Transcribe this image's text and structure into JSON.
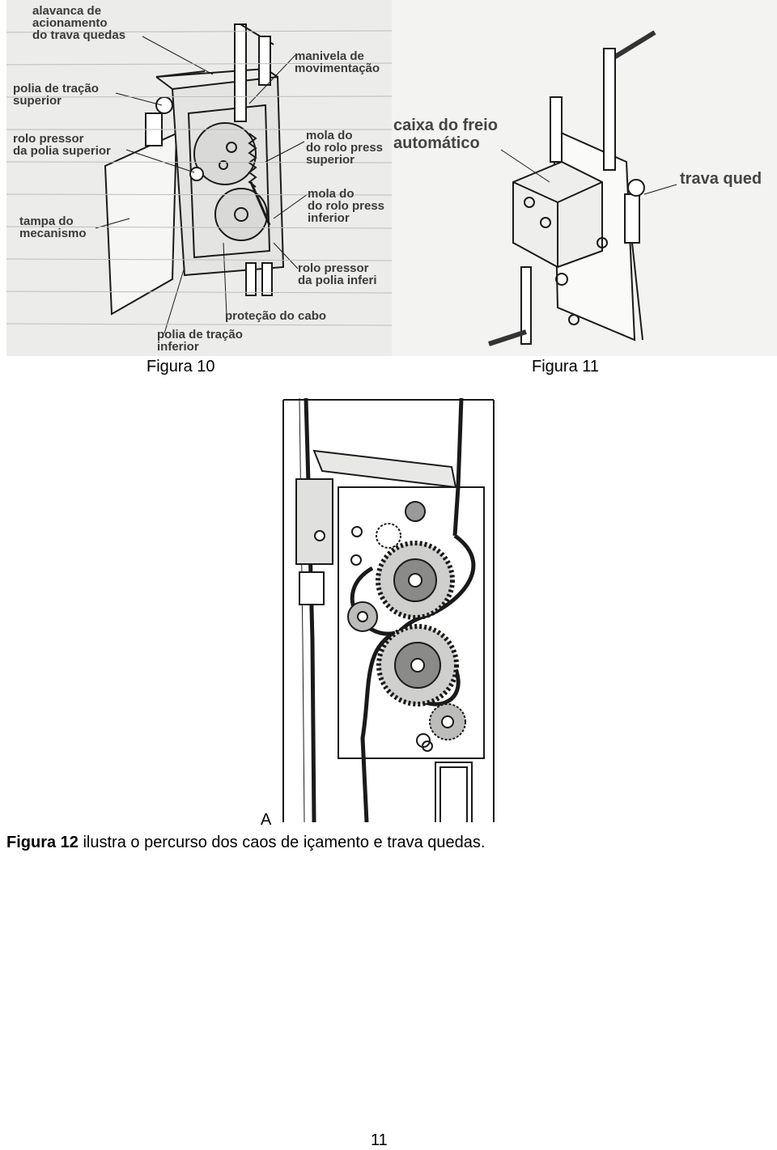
{
  "figure10": {
    "caption": "Figura 10",
    "labels": {
      "alavanca": "alavanca de\nacionamento\ndo trava quedas",
      "manivela": "manivela de\nmovimentação",
      "polia_superior": "polia de tração\nsuperior",
      "rolo_superior": "rolo pressor\nda polia superior",
      "mola_superior": "mola do\ndo rolo press\nsuperior",
      "mola_inferior": "mola do\ndo rolo press\ninferior",
      "tampa": "tampa do\nmecanismo",
      "rolo_inferior": "rolo pressor\nda polia inferi",
      "protecao": "proteção do cabo",
      "polia_inferior": "polia de tração\ninferior"
    }
  },
  "figure11": {
    "caption": "Figura 11",
    "labels": {
      "caixa": "caixa do freio\nautomático",
      "trava": "trava qued"
    }
  },
  "figure12": {
    "marker": "A",
    "caption_bold": "Figura 12",
    "caption_rest": " ilustra o percurso dos caos de içamento e trava quedas."
  },
  "page_number": "11"
}
